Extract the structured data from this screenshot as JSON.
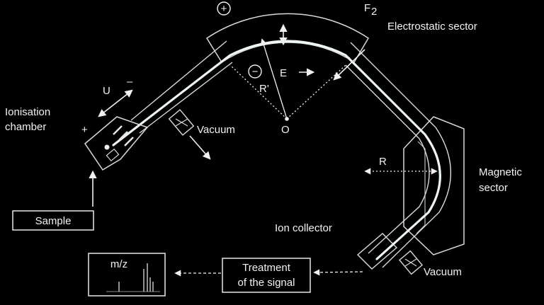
{
  "labels": {
    "plus_top": "+",
    "f2": "F",
    "f2_sub": "2",
    "electrostatic_sector": "Electrostatic sector",
    "minus_inner": "−",
    "e": "E",
    "r_prime": "R'",
    "o": "O",
    "u": "U",
    "u_minus": "–",
    "ionisation_line1": "Ionisation",
    "ionisation_line2": "chamber",
    "chamber_plus": "+",
    "vacuum_left": "Vacuum",
    "r": "R",
    "magnetic_line1": "Magnetic",
    "magnetic_line2": "sector",
    "sample": "Sample",
    "ion_collector": "Ion collector",
    "treatment_line1": "Treatment",
    "treatment_line2": "of the signal",
    "mz": "m/z",
    "vacuum_right": "Vacuum"
  },
  "colors": {
    "background": "#000000",
    "foreground": "#f2f2f2",
    "beam": "#eef7ef"
  }
}
